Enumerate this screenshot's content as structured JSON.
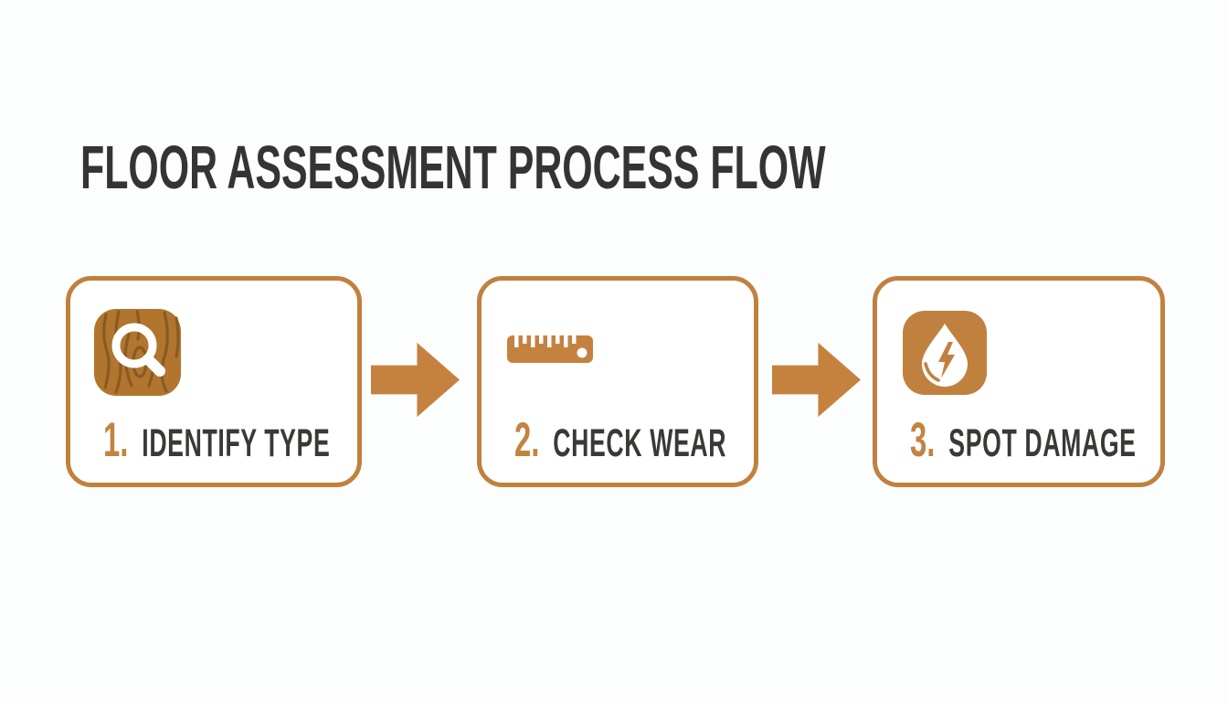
{
  "title": "FLOOR ASSESSMENT PROCESS FLOW",
  "colors": {
    "accent_border": "#c0813f",
    "accent_arrow": "#c5823f",
    "step_number": "#c28440",
    "step_label_text": "#3a3936",
    "title_text": "#343433",
    "wood_base": "#b1752e",
    "wood_grain": "#8a5a25",
    "icon_glyph_white": "#ffffff",
    "background": "#fcfdfd",
    "card_background": "#ffffff"
  },
  "steps": [
    {
      "number": "1.",
      "label": "IDENTIFY TYPE",
      "icon": "wood-magnifier-icon"
    },
    {
      "number": "2.",
      "label": "CHECK WEAR",
      "icon": "ruler-icon"
    },
    {
      "number": "3.",
      "label": "SPOT DAMAGE",
      "icon": "water-drop-lightning-icon"
    }
  ],
  "connectors": [
    {
      "icon": "arrow-right-icon"
    },
    {
      "icon": "arrow-right-icon"
    }
  ]
}
